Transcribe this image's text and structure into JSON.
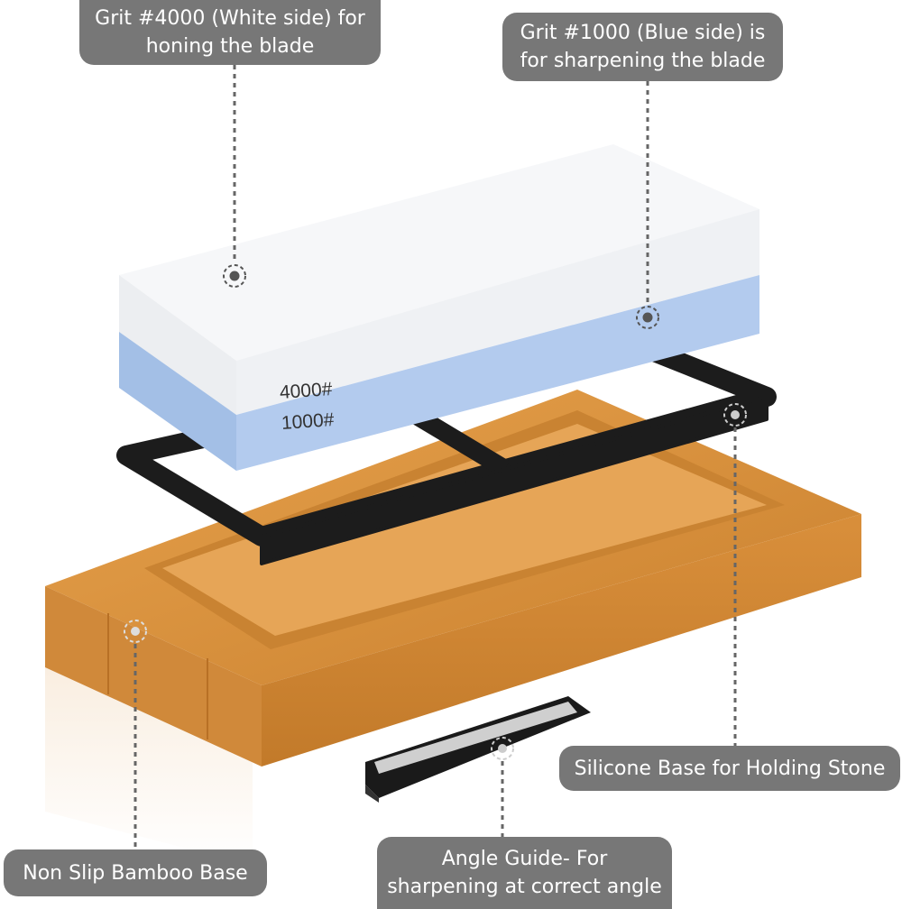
{
  "labels": {
    "white_side": {
      "line1": "Grit #4000 (White side) for",
      "line2": "honing the blade"
    },
    "blue_side": {
      "line1": "Grit #1000 (Blue side) is",
      "line2": "for sharpening the blade"
    },
    "silicone_base": {
      "text": "Silicone Base for Holding Stone"
    },
    "bamboo_base": {
      "text": "Non Slip Bamboo Base"
    },
    "angle_guide": {
      "line1": "Angle Guide- For",
      "line2": "sharpening at correct angle"
    }
  },
  "stone_markings": {
    "top": "4000#",
    "bottom": "1000#"
  },
  "colors": {
    "label_bg": "#777777",
    "stone_white": "#f4f5f7",
    "stone_blue": "#a8c3e8",
    "bamboo": "#d9913a",
    "frame": "#1a1a1a"
  }
}
